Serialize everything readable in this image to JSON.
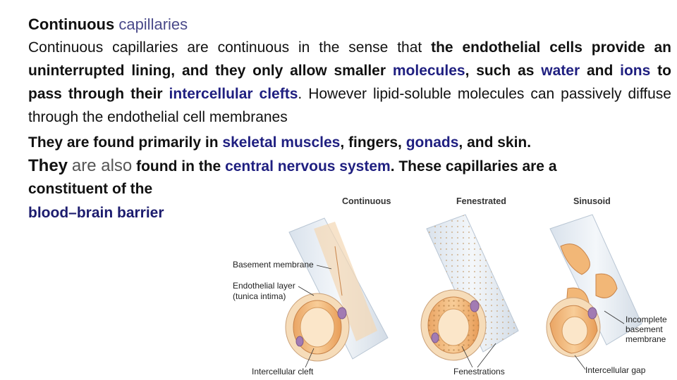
{
  "title": {
    "lead": "Continuous",
    "rest": "capillaries"
  },
  "paragraphs": {
    "p1": {
      "a": "Continuous capillaries are continuous in the sense that",
      "b": "the endothelial cells provide an uninterrupted lining, and they only allow smaller",
      "c": "molecules",
      "d": ", such as",
      "e": "water",
      "f": "and",
      "g": "ions",
      "h": "to pass through their",
      "i": "intercellular clefts",
      "j": ". However lipid-soluble molecules can passively diffuse through the endothelial cell membranes"
    },
    "p2": {
      "a": "They are found primarily in",
      "b": "skeletal muscles",
      "c": ", fingers,",
      "d": "gonads",
      "e": ", and skin."
    },
    "p3": {
      "a": "They",
      "b": "are also",
      "c": "found in the",
      "d": "central nervous system",
      "e": ". These capillaries are a"
    },
    "p4": "constituent of the",
    "p5": "blood–brain barrier"
  },
  "figure": {
    "headings": {
      "continuous": "Continuous",
      "fenestrated": "Fenestrated",
      "sinusoid": "Sinusoid"
    },
    "labels": {
      "basement_membrane": "Basement membrane",
      "endothelial_layer": "Endothelial layer",
      "tunica_intima": "(tunica intima)",
      "incomplete_1": "Incomplete",
      "incomplete_2": "basement",
      "incomplete_3": "membrane",
      "intercellular_cleft": "Intercellular cleft",
      "fenestrations": "Fenestrations",
      "intercellular_gap": "Intercellular gap"
    }
  },
  "colors": {
    "link_blue": "#1f1f80",
    "tube_outer": "#e8eef5",
    "endothelium": "#f2b777",
    "nucleus": "#a27bb3"
  }
}
